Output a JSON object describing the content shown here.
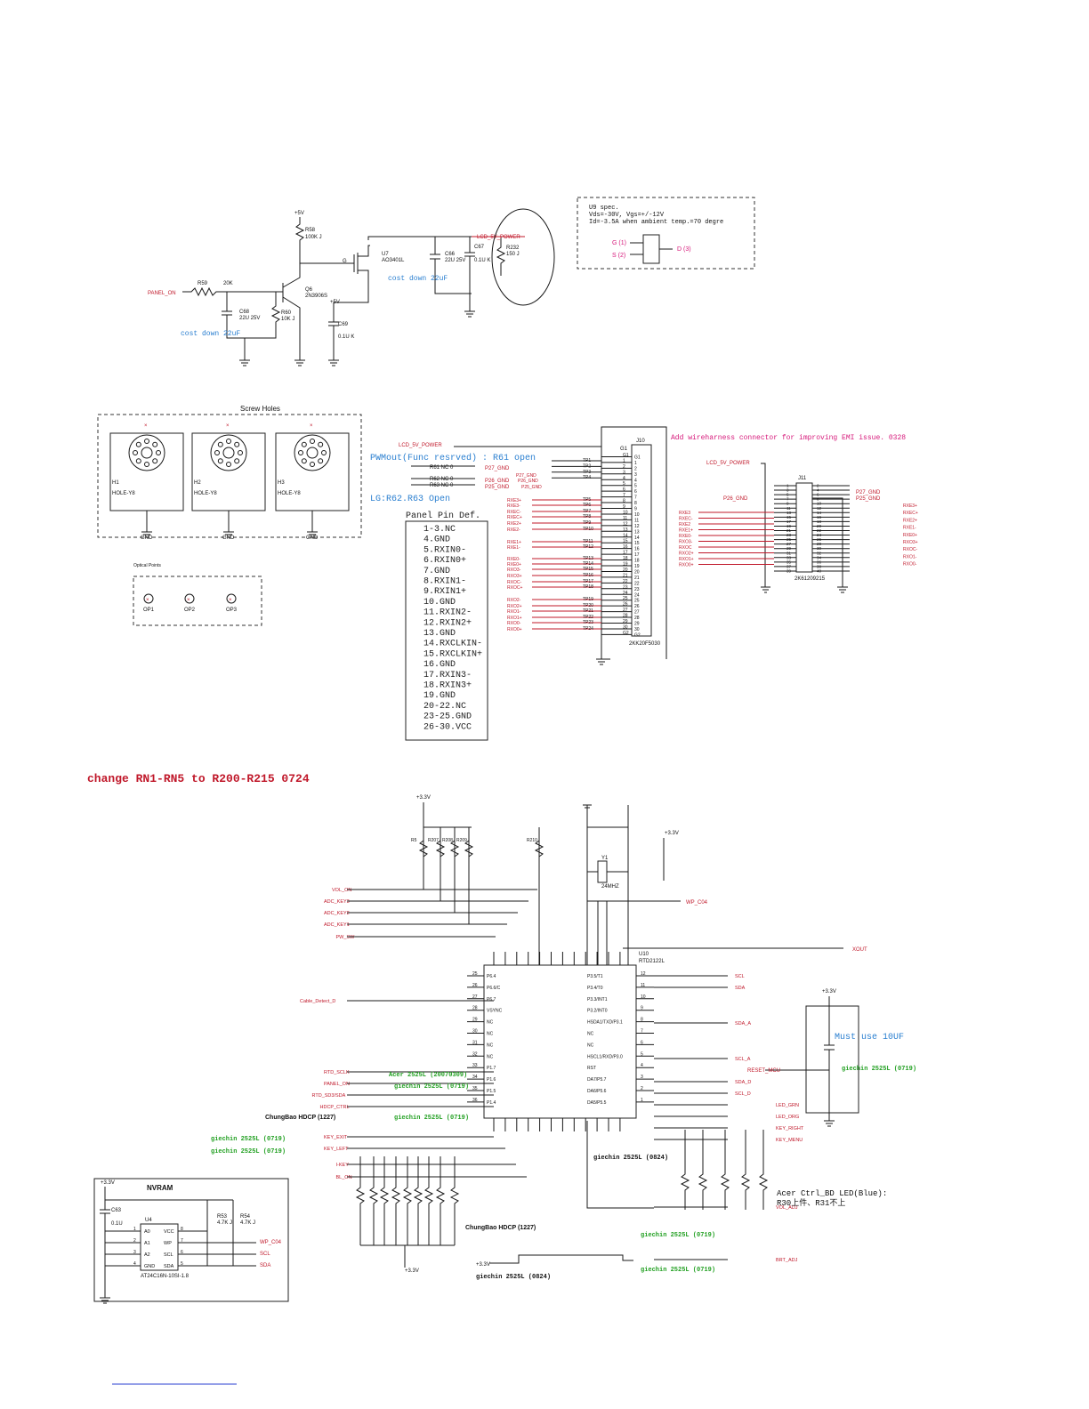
{
  "power_section": {
    "spec_lines": [
      "U9 spec.",
      "Vds=-30V, Vgs=+/-12V",
      "Id=-3.5A when ambient temp.=70 degre"
    ],
    "spec_pins": [
      "G (1)",
      "S (2)",
      "D (3)"
    ],
    "net_lcd_5v": "LCD_5V_POWER",
    "net_panel_on": "PANEL_ON",
    "cost_down_1": "cost down 22uF",
    "cost_down_2": "cost down 22uF",
    "labels": {
      "r58": "R58",
      "r58v": "100K J",
      "r59": "R59",
      "r59v": "20K",
      "q6": "Q6",
      "q6v": "2N3906S",
      "u7": "U7",
      "u7v": "AO3401L",
      "c66": "C66",
      "c66v": "22U 25V",
      "c67": "C67",
      "c67v": "0.1U K",
      "r232": "R232",
      "r232v": "150 J",
      "c68": "C68",
      "c68v": "22U 25V",
      "r60": "R60",
      "r60v": "10K J",
      "c69": "C69",
      "c69v": "0.1U K",
      "p5v": "+5V",
      "g": "G"
    }
  },
  "screw_holes": {
    "title": "Screw Holes",
    "holes": [
      {
        "ref": "H1",
        "name": "HOLE-Y8",
        "gnd": "GND"
      },
      {
        "ref": "H2",
        "name": "HOLE-Y8",
        "gnd": "GND"
      },
      {
        "ref": "H3",
        "name": "HOLE-Y8",
        "gnd": "GND"
      }
    ],
    "optical_title": "Optical Points",
    "optical": [
      "OP1",
      "OP2",
      "OP3"
    ]
  },
  "connector_section": {
    "emi_note": "Add wireharness connector for improving EMI issue. 0328",
    "pwm_note": "PWMout(Func resrved) : R61 open",
    "lg_note": "LG:R62.R63 Open",
    "panel_title": "Panel Pin Def.",
    "panel_pins": [
      "1-3.NC",
      "4.GND",
      "5.RXIN0-",
      "6.RXIN0+",
      "7.GND",
      "8.RXIN1-",
      "9.RXIN1+",
      "10.GND",
      "11.RXIN2-",
      "12.RXIN2+",
      "13.GND",
      "14.RXCLKIN-",
      "15.RXCLKIN+",
      "16.GND",
      "17.RXIN3-",
      "18.RXIN3+",
      "19.GND",
      "20-22.NC",
      "23-25.GND",
      "26-30.VCC"
    ],
    "j10": "J10",
    "j10_part": "2KK20F5030",
    "j11": "J11",
    "j11_part": "2K61209215",
    "lcd_power": "LCD_5V_POWER",
    "left_nets": [
      "RXE3+",
      "RXE3-",
      "RXEC-",
      "RXEC+",
      "RXE2+",
      "RXE2-",
      "RXE1+",
      "RXE1-",
      "RXE0-",
      "RXE0+",
      "RXO3-",
      "RXO3+",
      "RXOC-",
      "RXOC+",
      "RXO2-",
      "RXO2+",
      "RXO1-",
      "RXO1+",
      "RXO0-",
      "RXO0+"
    ],
    "right_nets": [
      "RXE3+",
      "RXEC+",
      "RXE2+",
      "RXE1-",
      "RXE0+",
      "RXO3+",
      "RXOC-",
      "RXO1-",
      "RXO0-"
    ],
    "j11_left_nets": [
      "RXE3",
      "RXEC-",
      "RXE2",
      "RXE1+",
      "RXE0-",
      "RXO3-",
      "RXOC",
      "RXO2+",
      "RXO1+",
      "RXO0+"
    ],
    "gnd_nets": [
      "P27_GND",
      "P26_GND",
      "P25_GND"
    ]
  },
  "mcu_section": {
    "change_note": "change RN1-RN5 to R200-R215 0724",
    "u10": "U10",
    "u10_part": "RTD2122L",
    "y1": "Y1",
    "y1v": "24MHZ",
    "left_nets": [
      "VOL_ON",
      "ADC_KEY3",
      "ADC_KEY2",
      "ADC_KEY1",
      "PW_SW",
      "Cable_Detect_D",
      "RTD_SCLK",
      "PANEL_ON",
      "RTD_SD3/SDA",
      "HDCP_CTRL",
      "KEY_EXIT",
      "KEY_LEFT",
      "I-KEY",
      "BL_ON"
    ],
    "right_nets": [
      "SCL",
      "SDA",
      "SDA_A",
      "SCL_A",
      "SDA_D",
      "SCL_D",
      "RESET_MCU",
      "LED_GRN",
      "LED_ORG",
      "KEY_RIGHT",
      "KEY_MENU",
      "VOL_ADJ",
      "BRT_ADJ",
      "WP_C04",
      "XOUT"
    ],
    "must_use": "Must use 10UF",
    "acer_note_1": "Acer Ctrl_BD LED(Blue):",
    "acer_note_2": "R30上件、R31不上",
    "chungbao_1": "ChungBao HDCP (1227)",
    "chungbao_2": "ChungBao HDCP (1227)",
    "green_notes": [
      "giechin 2525L (0719)",
      "giechin 2525L (0719)",
      "giechin 2525L (0719)",
      "giechin 2525L (0719)",
      "giechin 2525L (0719)",
      "giechin 2525L (0719)",
      "giechin 2525L (0719)",
      "Acer 2525L (20070309)"
    ],
    "blue_notes": [
      "giechin 2525L (0824)",
      "giechin 2525L (0824)"
    ],
    "p33": "+3.3V"
  },
  "nvram": {
    "title": "NVRAM",
    "u4": "U4",
    "part": "AT24C16N-10SI-1.8",
    "pins_left": [
      "A0",
      "A1",
      "A2",
      "GND"
    ],
    "pins_right": [
      "VCC",
      "WP",
      "SCL",
      "SDA"
    ],
    "nets": [
      "WP_C04",
      "SCL",
      "SDA"
    ],
    "r53": "R53",
    "r53v": "4.7K J",
    "r54": "R54",
    "r54v": "4.7K J",
    "c63": "C63",
    "c63v": "0.1U",
    "p33": "+3.3V"
  }
}
